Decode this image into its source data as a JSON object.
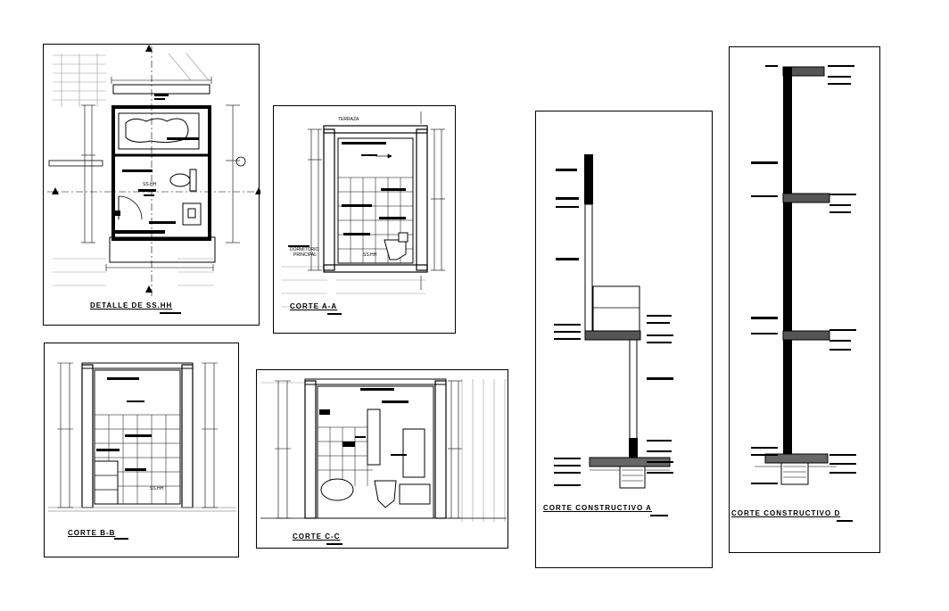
{
  "sheets": {
    "detalle": {
      "title": "DETALLE DE SS.HH",
      "labels": {
        "ss_hh": "SS.HH"
      }
    },
    "corte_a": {
      "title": "CORTE A-A",
      "labels": {
        "terraza": "TERRAZA",
        "dormitorio": "DORMITORIO",
        "principal": "PRINCIPAL",
        "ss_hh": "SS.HH"
      }
    },
    "corte_b": {
      "title": "CORTE B-B",
      "labels": {
        "ss_hh": "SS.HH"
      }
    },
    "corte_c": {
      "title": "CORTE C-C"
    },
    "constructivo_a": {
      "title": "CORTE CONSTRUCTIVO A"
    },
    "constructivo_d": {
      "title": "CORTE CONSTRUCTIVO D"
    }
  },
  "colors": {
    "line": "#000000",
    "background": "#ffffff",
    "grid": "#9a9a9a"
  }
}
